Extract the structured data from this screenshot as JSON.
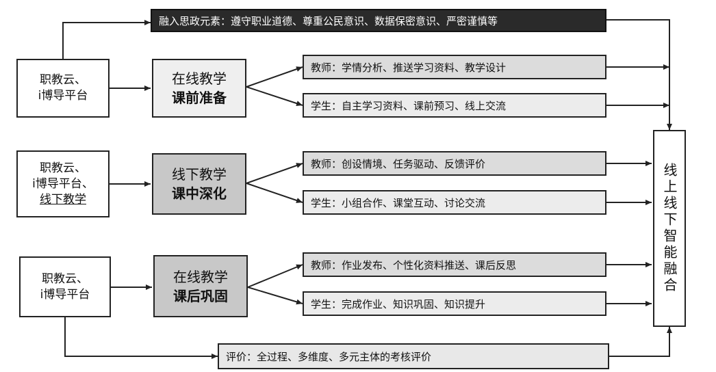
{
  "top_banner": "融入思政元素：遵守职业道德、尊重公民意识、数据保密意识、严密谨慎等",
  "rows": [
    {
      "platform_lines": [
        "职教云、",
        "i博导平台"
      ],
      "phase_line1": "在线教学",
      "phase_line2": "课前准备",
      "teacher": "教师：学情分析、推送学习资料、教学设计",
      "student": "学生：自主学习资料、课前预习、线上交流"
    },
    {
      "platform_lines": [
        "职教云、",
        "i博导平台、",
        "线下教学"
      ],
      "phase_line1": "线下教学",
      "phase_line2": "课中深化",
      "teacher": "教师：创设情境、任务驱动、反馈评价",
      "student": "学生：小组合作、课堂互动、讨论交流"
    },
    {
      "platform_lines": [
        "职教云、",
        "i博导平台"
      ],
      "phase_line1": "在线教学",
      "phase_line2": "课后巩固",
      "teacher": "教师：作业发布、个性化资料推送、课后反思",
      "student": "学生：完成作业、知识巩固、知识提升"
    }
  ],
  "evaluation": "评价：全过程、多维度、多元主体的考核评价",
  "fusion": "线上线下智能融合"
}
